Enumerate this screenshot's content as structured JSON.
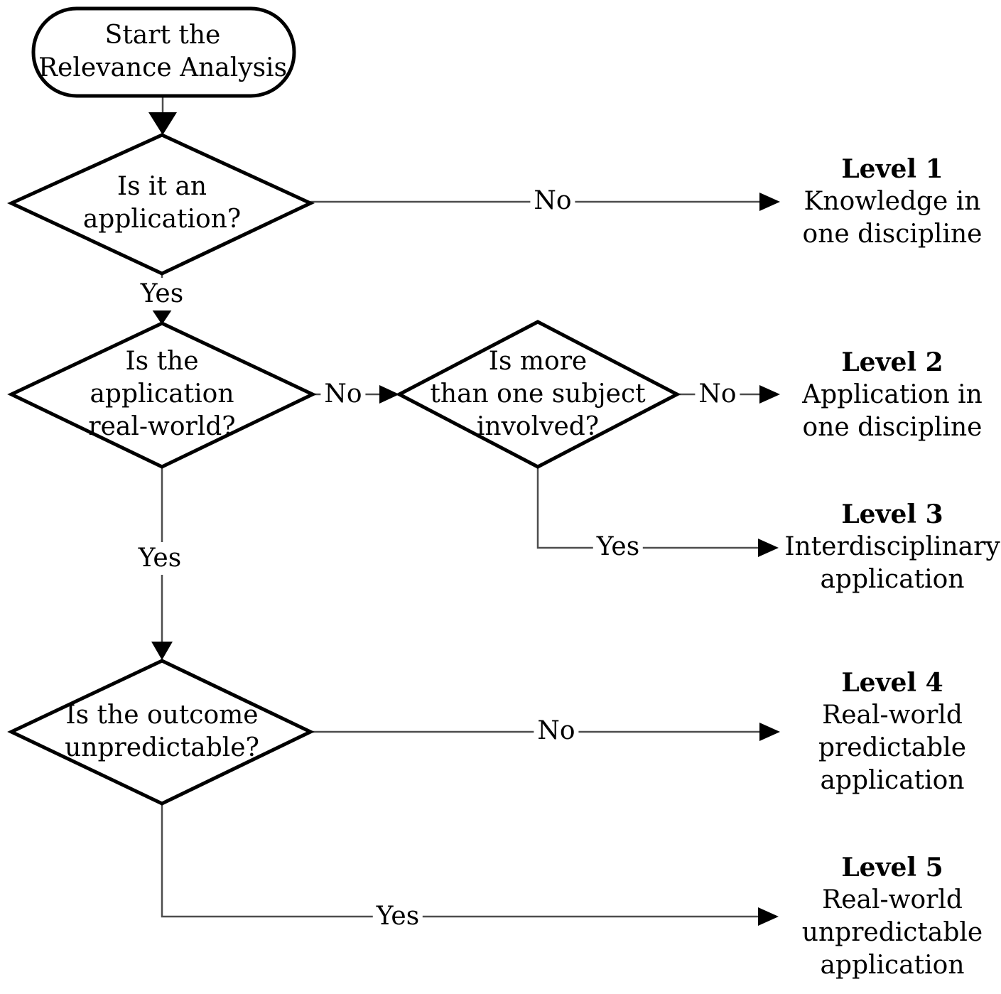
{
  "start": {
    "lines": [
      "Start the",
      "Relevance Analysis"
    ]
  },
  "decisions": [
    {
      "id": "q1",
      "lines": [
        "Is it an",
        "application?"
      ]
    },
    {
      "id": "q2",
      "lines": [
        "Is the",
        "application",
        "real-world?"
      ]
    },
    {
      "id": "q3",
      "lines": [
        "Is more",
        "than one subject",
        "involved?"
      ]
    },
    {
      "id": "q4",
      "lines": [
        "Is the outcome",
        "unpredictable?"
      ]
    }
  ],
  "edges": {
    "q1_no": "No",
    "q1_yes": "Yes",
    "q2_no": "No",
    "q2_yes": "Yes",
    "q3_no": "No",
    "q3_yes": "Yes",
    "q4_no": "No",
    "q4_yes": "Yes"
  },
  "outcomes": [
    {
      "title": "Level 1",
      "lines": [
        "Knowledge in",
        "one discipline"
      ]
    },
    {
      "title": "Level 2",
      "lines": [
        "Application in",
        "one discipline"
      ]
    },
    {
      "title": "Level 3",
      "lines": [
        "Interdisciplinary",
        "application"
      ]
    },
    {
      "title": "Level 4",
      "lines": [
        "Real-world",
        "predictable",
        "application"
      ]
    },
    {
      "title": "Level 5",
      "lines": [
        "Real-world",
        "unpredictable",
        "application"
      ]
    }
  ],
  "colors": {
    "ink": "#000000",
    "connector": "#4d4d4d",
    "bg": "#ffffff"
  }
}
